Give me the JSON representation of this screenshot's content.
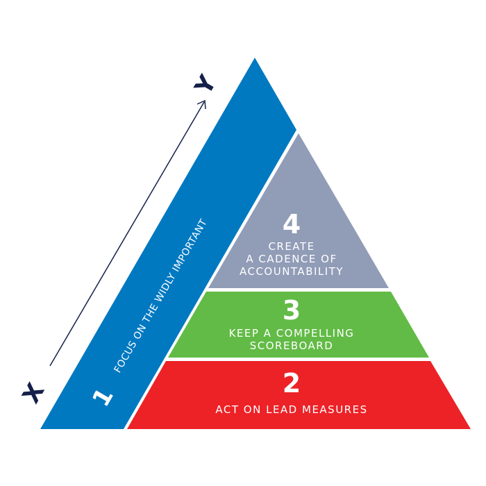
{
  "colors": {
    "blue": "#0079c1",
    "gray": "#919cb7",
    "green": "#62bb46",
    "red": "#ec2227",
    "navy": "#14204a"
  },
  "axis": {
    "start_label": "X",
    "end_label": "Y"
  },
  "levels": [
    {
      "number": "1",
      "lines": [
        "FOCUS ON THE WIDLY IMPORTANT"
      ]
    },
    {
      "number": "2",
      "lines": [
        "ACT ON LEAD MEASURES"
      ]
    },
    {
      "number": "3",
      "lines": [
        "KEEP A COMPELLING",
        "SCOREBOARD"
      ]
    },
    {
      "number": "4",
      "lines": [
        "CREATE",
        "A CADENCE OF",
        "ACCOUNTABILITY"
      ]
    }
  ]
}
